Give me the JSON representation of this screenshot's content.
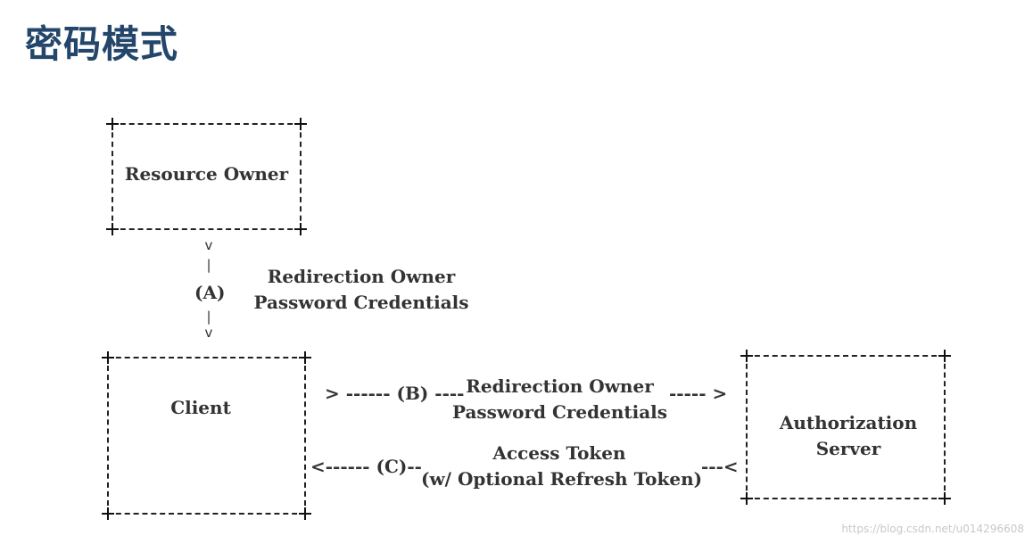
{
  "title": "密码模式",
  "nodes": {
    "resource_owner": "Resource Owner",
    "client": "Client",
    "authorization_server": [
      "Authorization",
      "Server"
    ]
  },
  "flow_a": {
    "label": "(A)",
    "caption": [
      "Redirection Owner",
      "Password Credentials"
    ],
    "head_top": "v",
    "line_mid": "|",
    "line_low": "|",
    "head_bottom": "v"
  },
  "flow_b": {
    "left": "> ------ (B) ----",
    "caption": [
      "Redirection Owner",
      "Password Credentials"
    ],
    "right": "----- >"
  },
  "flow_c": {
    "left": "<------ (C)--",
    "caption": [
      "Access Token",
      "(w/ Optional Refresh Token)"
    ],
    "right": "---<"
  },
  "watermark": "https://blog.csdn.net/u014296608"
}
